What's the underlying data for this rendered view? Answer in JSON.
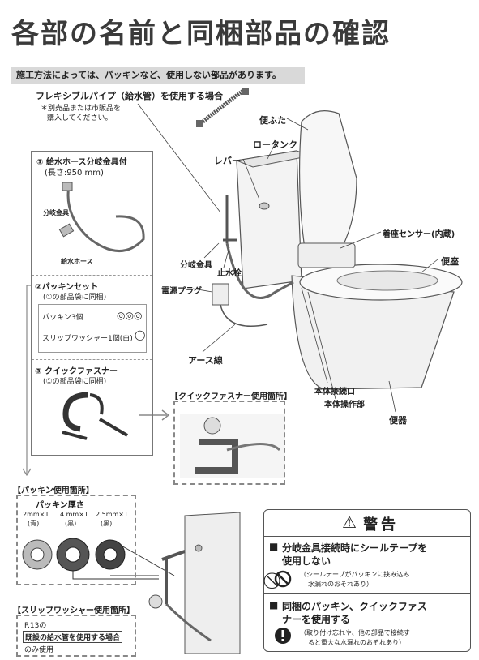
{
  "title": "各部の名前と同梱部品の確認",
  "notice": "施工方法によっては、パッキンなど、使用しない部品があります。",
  "flex_pipe": {
    "title": "フレキシブルパイプ（給水管）を使用する場合",
    "note1": "＊別売品または市販品を",
    "note2": "購入してください。"
  },
  "labels": {
    "lid": "便ふた",
    "tank": "ロータンク",
    "lever": "レバー",
    "seat_sensor": "着座センサー(内蔵)",
    "seat": "便座",
    "branch_fitting": "分岐金具",
    "stop_valve": "止水栓",
    "power_plug": "電源プラグ",
    "ground_wire": "アース線",
    "body_port": "本体接続口",
    "body_panel": "本体操作部",
    "bowl": "便器"
  },
  "parts": {
    "p1_title": "① 給水ホース分岐金具付",
    "p1_len": "(長さ:950 mm)",
    "p1_fitting": "分岐金具",
    "p1_hose": "給水ホース",
    "p2_title": "②パッキンセット",
    "p2_sub": "(①の部品袋に同梱)",
    "p2_item1": "パッキン3個",
    "p2_item2": "スリップワッシャー1個(白)",
    "p3_title": "③ クイックファスナー",
    "p3_sub": "(①の部品袋に同梱)"
  },
  "quick_fastener_use": "【クイックファスナー使用箇所】",
  "packing_use": {
    "title": "【パッキン使用箇所】",
    "thickness": "パッキン厚さ",
    "sizes": [
      "2mm×1",
      "4 mm×1",
      "2.5mm×1"
    ],
    "colors": [
      "(青)",
      "(黒)",
      "(黒)"
    ]
  },
  "slip_washer_use": {
    "title": "【スリップワッシャー使用箇所】",
    "line1": "P.13の",
    "line2": "既設の給水管を使用する場合",
    "line3": "のみ使用"
  },
  "warning": {
    "head": "警告",
    "item1_title1": "分岐金具接続時にシールテープを",
    "item1_title2": "使用しない",
    "item1_note1": "（シールテープがパッキンに挟み込み",
    "item1_note2": "水漏れのおそれあり）",
    "item2_title1": "同梱のパッキン、クイックファス",
    "item2_title2": "ナーを使用する",
    "item2_note1": "（取り付け忘れや、他の部品で接続す",
    "item2_note2": "ると重大な水漏れのおそれあり）"
  }
}
